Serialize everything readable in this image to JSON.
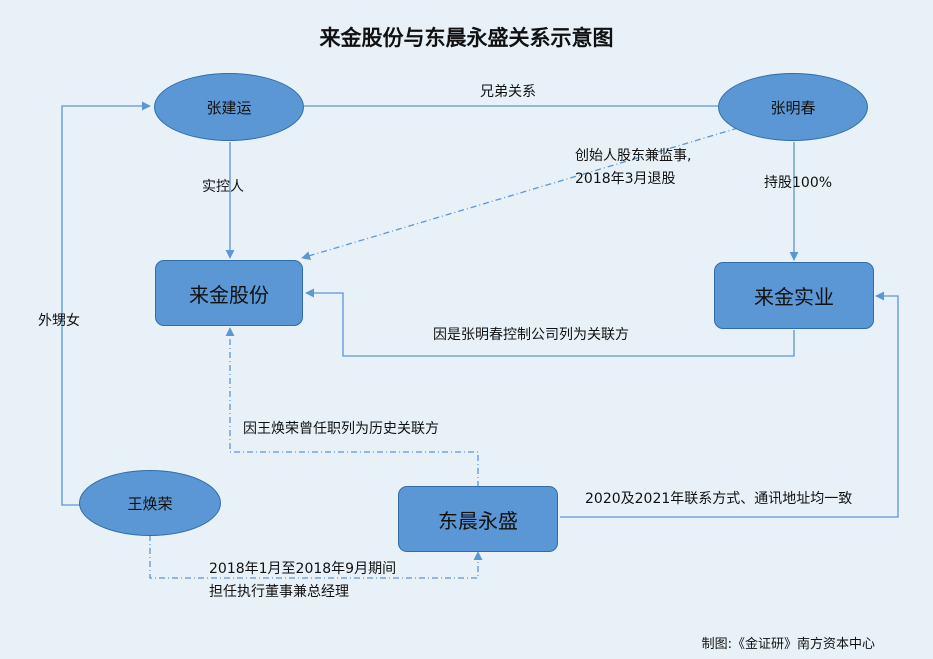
{
  "title": "来金股份与东晨永盛关系示意图",
  "people": {
    "zhang_jianyun": "张建运",
    "zhang_mingchun": "张明春",
    "wang_huanrong": "王焕荣"
  },
  "companies": {
    "laijin_gufen": "来金股份",
    "laijin_shiye": "来金实业",
    "dongchen_yongsheng": "东晨永盛"
  },
  "relations": {
    "brothers": "兄弟关系",
    "actual_controller": "实控人",
    "founder_line1": "创始人股东兼监事,",
    "founder_line2": "2018年3月退股",
    "holds_100": "持股100%",
    "related_party_zmc": "因是张明春控制公司列为关联方",
    "niece": "外甥女",
    "historical_related": "因王焕荣曾任职列为历史关联方",
    "contact_same": "2020及2021年联系方式、通讯地址均一致",
    "tenure_line1": "2018年1月至2018年9月期间",
    "tenure_line2": "担任执行董事兼总经理"
  },
  "credit": "制图:《金证研》南方资本中心",
  "colors": {
    "node_fill": "#5b97d4",
    "node_border": "#2f6da8",
    "connector": "#5b97d4",
    "background": "#e8f1f7"
  }
}
